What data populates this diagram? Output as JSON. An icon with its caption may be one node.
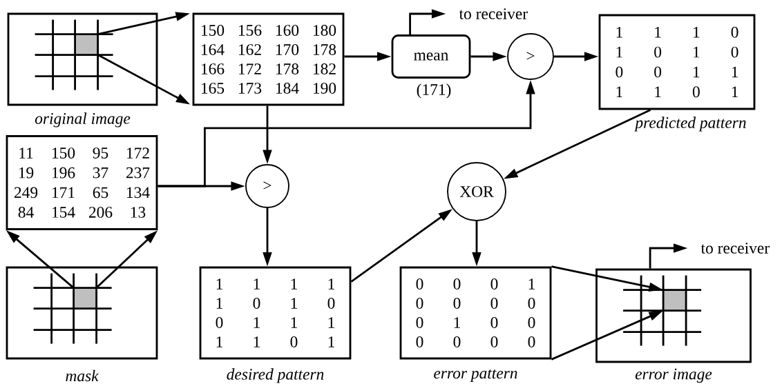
{
  "diagram": {
    "nodes": [
      {
        "text": [],
        "shape": "picture",
        "beside": [
          "original image"
        ]
      },
      {
        "text": [
          "150",
          "156",
          "160",
          "180",
          "164",
          "162",
          "170",
          "178",
          "166",
          "172",
          "178",
          "182",
          "165",
          "173",
          "184",
          "190"
        ]
      },
      {
        "text": [
          "mean"
        ],
        "beside": [
          "(171)"
        ]
      },
      {
        "text": [
          ">"
        ]
      },
      {
        "text": [
          "1",
          "1",
          "1",
          "0",
          "1",
          "0",
          "1",
          "0",
          "0",
          "0",
          "1",
          "1",
          "1",
          "1",
          "0",
          "1"
        ],
        "beside": [
          "predicted pattern"
        ]
      },
      {
        "text": [
          "11",
          "150",
          "95",
          "172",
          "19",
          "196",
          "37",
          "237",
          "249",
          "171",
          "65",
          "134",
          "84",
          "154",
          "206",
          "13"
        ]
      },
      {
        "text": [
          ">"
        ]
      },
      {
        "text": [
          "XOR"
        ]
      },
      {
        "text": [],
        "shape": "picture",
        "beside": [
          "mask"
        ]
      },
      {
        "text": [
          "1",
          "1",
          "1",
          "1",
          "1",
          "0",
          "1",
          "0",
          "0",
          "1",
          "1",
          "1",
          "1",
          "1",
          "0",
          "1"
        ],
        "beside": [
          "desired pattern"
        ]
      },
      {
        "text": [
          "0",
          "0",
          "0",
          "1",
          "0",
          "0",
          "0",
          "0",
          "0",
          "1",
          "0",
          "0",
          "0",
          "0",
          "0",
          "0"
        ],
        "beside": [
          "error pattern"
        ]
      },
      {
        "text": [],
        "shape": "picture",
        "beside": [
          "error image"
        ]
      },
      {
        "text": [
          "to receiver"
        ]
      },
      {
        "text": [
          "to receiver"
        ]
      }
    ],
    "edges": [
      {
        "from": 0,
        "to": 1,
        "arrow": "to"
      },
      {
        "from": 0,
        "to": 1,
        "arrow": "to"
      },
      {
        "from": 1,
        "to": 2,
        "arrow": "to"
      },
      {
        "from": 2,
        "to": 3,
        "arrow": "to"
      },
      {
        "from": 2,
        "to": 12,
        "arrow": "to"
      },
      {
        "from": 3,
        "to": 4,
        "arrow": "to"
      },
      {
        "from": 5,
        "to": 6,
        "arrow": "to"
      },
      {
        "from": 5,
        "to": 3,
        "arrow": "to"
      },
      {
        "from": 1,
        "to": 6,
        "arrow": "to"
      },
      {
        "from": 8,
        "to": 5,
        "arrow": "to"
      },
      {
        "from": 8,
        "to": 5,
        "arrow": "to"
      },
      {
        "from": 6,
        "to": 9,
        "arrow": "to"
      },
      {
        "from": 4,
        "to": 7,
        "arrow": "to"
      },
      {
        "from": 9,
        "to": 7,
        "arrow": "to"
      },
      {
        "from": 7,
        "to": 10,
        "arrow": "to"
      },
      {
        "from": 10,
        "to": 11,
        "arrow": "to"
      },
      {
        "from": 10,
        "to": 11,
        "arrow": "to"
      },
      {
        "from": 11,
        "to": 13,
        "arrow": "to"
      }
    ]
  }
}
